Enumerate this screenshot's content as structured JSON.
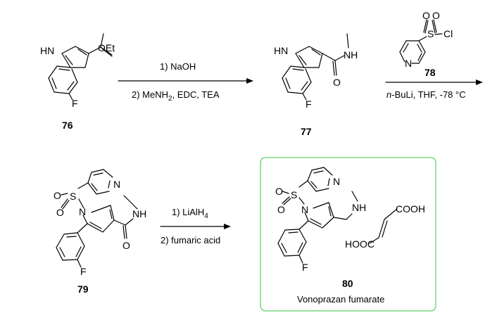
{
  "compounds": {
    "c76": {
      "number": "76",
      "labels": {
        "nh": "HN",
        "ester": "OEt",
        "f": "F"
      }
    },
    "c77": {
      "number": "77",
      "labels": {
        "nh": "HN",
        "amide_nh": "NH",
        "o": "O",
        "f": "F"
      }
    },
    "c78": {
      "number": "78",
      "labels": {
        "s": "S",
        "o1": "O",
        "o2": "O",
        "cl": "Cl",
        "n": "N"
      }
    },
    "c79": {
      "number": "79",
      "labels": {
        "n1": "N",
        "s": "S",
        "o1": "O",
        "o2": "O",
        "py_n": "N",
        "amide_nh": "NH",
        "o": "O",
        "f": "F"
      }
    },
    "c80": {
      "number": "80",
      "name": "Vonoprazan fumarate",
      "labels": {
        "n1": "N",
        "s": "S",
        "o1": "O",
        "o2": "O",
        "py_n": "N",
        "amine_nh": "NH",
        "f": "F",
        "cooh_right": "COOH",
        "cooh_left": "HOOC"
      }
    }
  },
  "steps": {
    "step1": {
      "line1": "1) NaOH",
      "line2_pre": "2) MeNH",
      "line2_sub": "2",
      "line2_post": ", EDC, TEA"
    },
    "step2": {
      "reagent_number": "78",
      "cond_italic": "n",
      "cond_rest": "-BuLi, THF, -78 °C"
    },
    "step3": {
      "line1_pre": "1) LiAlH",
      "line1_sub": "4",
      "line2": "2) fumaric acid"
    }
  },
  "colors": {
    "highlight_border": "#7CD77C",
    "ink": "#000000"
  }
}
